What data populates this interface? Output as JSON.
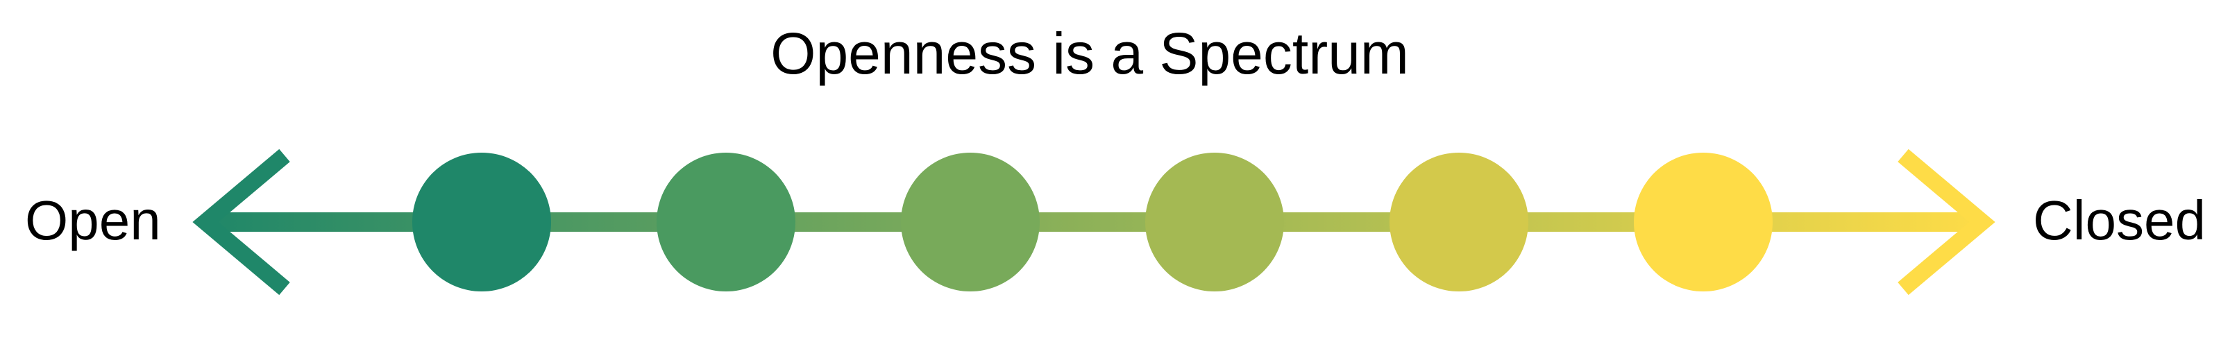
{
  "title": "Openness is a Spectrum",
  "left_label": "Open",
  "right_label": "Closed",
  "colors": {
    "left_end": "#1f8769",
    "right_end": "#fedc47",
    "text": "#000000",
    "background": "#ffffff"
  },
  "nodes": [
    {
      "color": "#1f8769"
    },
    {
      "color": "#4a9a60"
    },
    {
      "color": "#78aa5a"
    },
    {
      "color": "#a4b953"
    },
    {
      "color": "#d3c94b"
    },
    {
      "color": "#fedc47"
    }
  ],
  "icons": {
    "left_arrow": "arrow-left-icon",
    "right_arrow": "arrow-right-icon"
  }
}
